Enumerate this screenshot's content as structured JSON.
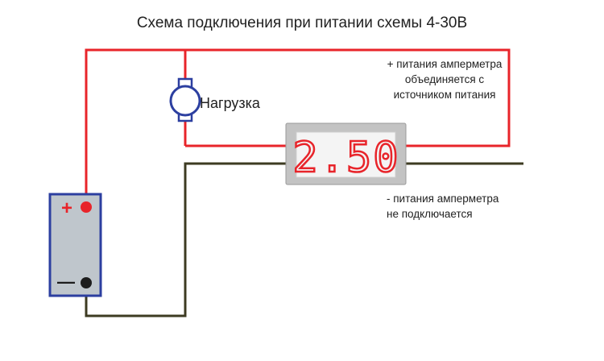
{
  "title": "Схема подключения при питании схемы 4-30В",
  "load_label": "Нагрузка",
  "note_plus": [
    "+ питания  амперметра",
    "объединяется с",
    "источником питания"
  ],
  "note_minus": [
    "- питания амперметра",
    "не подключается"
  ],
  "display_value": "2.50",
  "battery": {
    "plus": "+",
    "minus": "—"
  },
  "colors": {
    "positive_wire": "#e8242a",
    "negative_wire": "#3d3b22",
    "ground_wire": "#1d1d1d",
    "battery_frame": "#2c3fa0",
    "battery_fill": "#bfc6cc",
    "display_body": "#bdbdbd",
    "display_digits": "#e8242a"
  }
}
